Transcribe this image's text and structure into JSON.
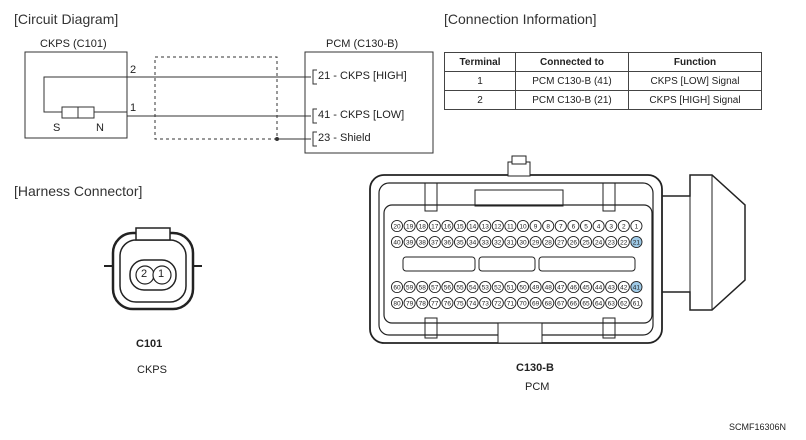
{
  "headings": {
    "circuit": "[Circuit Diagram]",
    "connection": "[Connection Information]",
    "harness": "[Harness Connector]"
  },
  "circuit": {
    "ckps_title": "CKPS (C101)",
    "pcm_title": "PCM (C130-B)",
    "pin_2": "2",
    "pin_1": "1",
    "s_label": "S",
    "n_label": "N",
    "pcm_pins": [
      "21 - CKPS [HIGH]",
      "41 - CKPS [LOW]",
      "23 - Shield"
    ]
  },
  "table": {
    "headers": [
      "Terminal",
      "Connected to",
      "Function"
    ],
    "rows": [
      [
        "1",
        "PCM C130-B (41)",
        "CKPS [LOW] Signal"
      ],
      [
        "2",
        "PCM C130-B (21)",
        "CKPS [HIGH] Signal"
      ]
    ]
  },
  "harness": {
    "c101_name": "C101",
    "c101_desc": "CKPS",
    "c101_pins": [
      "2",
      "1"
    ],
    "c130_name": "C130-B",
    "c130_desc": "PCM",
    "row1": [
      "20",
      "19",
      "18",
      "17",
      "16",
      "15",
      "14",
      "13",
      "12",
      "11",
      "10",
      "9",
      "8",
      "7",
      "6",
      "5",
      "4",
      "3",
      "2",
      "1"
    ],
    "row2": [
      "40",
      "39",
      "38",
      "37",
      "36",
      "35",
      "34",
      "33",
      "32",
      "31",
      "30",
      "29",
      "28",
      "27",
      "26",
      "25",
      "24",
      "23",
      "22",
      "21"
    ],
    "row3": [
      "60",
      "59",
      "58",
      "57",
      "56",
      "55",
      "54",
      "53",
      "52",
      "51",
      "50",
      "49",
      "48",
      "47",
      "46",
      "45",
      "44",
      "43",
      "42",
      "41"
    ],
    "row4": [
      "80",
      "79",
      "78",
      "77",
      "76",
      "75",
      "74",
      "73",
      "72",
      "71",
      "70",
      "69",
      "68",
      "67",
      "66",
      "65",
      "64",
      "63",
      "62",
      "61"
    ],
    "highlight_color": "#9ec9e6"
  },
  "footer": {
    "code": "SCMF16306N"
  }
}
